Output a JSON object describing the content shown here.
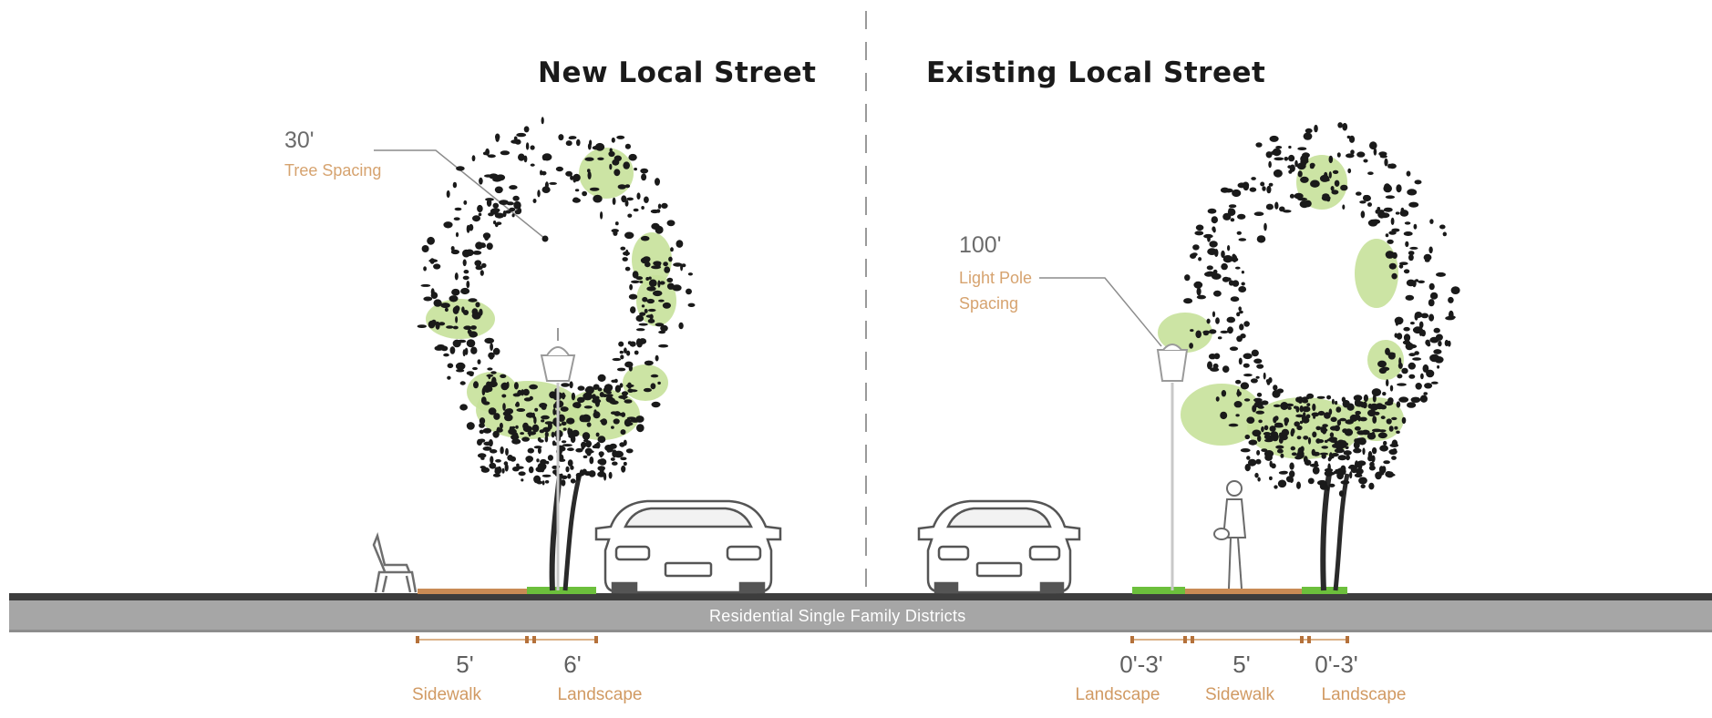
{
  "titles": {
    "new_street": "New Local Street",
    "existing_street": "Existing Local Street"
  },
  "callouts": {
    "tree_spacing": {
      "value": "30'",
      "label": "Tree Spacing"
    },
    "light_pole_spacing": {
      "value": "100'",
      "label_line1": "Light Pole",
      "label_line2": "Spacing"
    }
  },
  "road": {
    "label": "Residential Single Family Districts"
  },
  "dimensions_new": [
    {
      "value": "5'",
      "label": "Sidewalk"
    },
    {
      "value": "6'",
      "label": "Landscape"
    }
  ],
  "dimensions_existing": [
    {
      "value": "0'-3'",
      "label": "Landscape"
    },
    {
      "value": "5'",
      "label": "Sidewalk"
    },
    {
      "value": "0'-3'",
      "label": "Landscape"
    }
  ],
  "colors": {
    "foliage_dark": "#1a1a1a",
    "foliage_green": "#c6e19a",
    "sidewalk": "#c98b55",
    "landscape_strip": "#6cbf3c",
    "road": "#a3a3a3",
    "label_orange": "#d19a63"
  },
  "icons": [
    "bench-icon",
    "street-light-icon",
    "car-icon",
    "pedestrian-icon",
    "tree-icon"
  ]
}
